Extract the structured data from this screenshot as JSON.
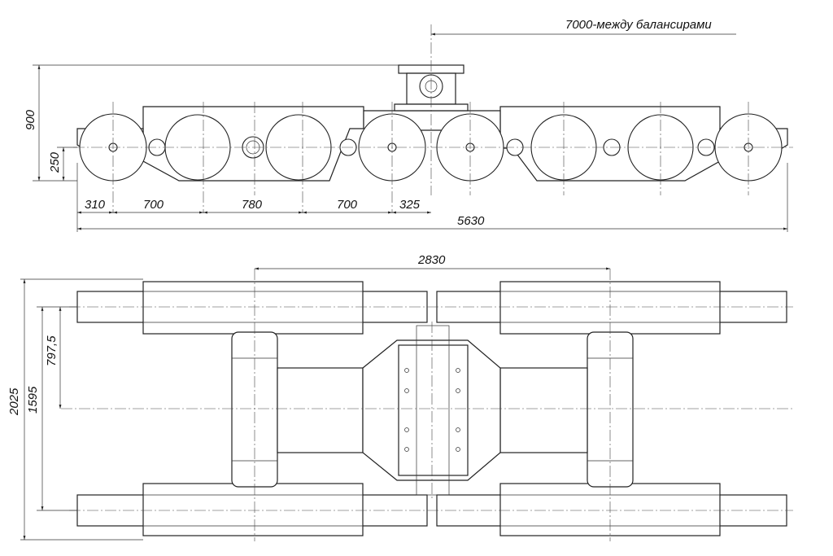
{
  "note": "7000-между балансирами",
  "side_view": {
    "dims": {
      "d310": "310",
      "d700a": "700",
      "d780": "780",
      "d700b": "700",
      "d325": "325",
      "d5630": "5630",
      "d900": "900",
      "d250": "250"
    }
  },
  "top_view": {
    "dims": {
      "d2830": "2830",
      "d2025": "2025",
      "d1595": "1595",
      "d797": "797,5"
    }
  }
}
